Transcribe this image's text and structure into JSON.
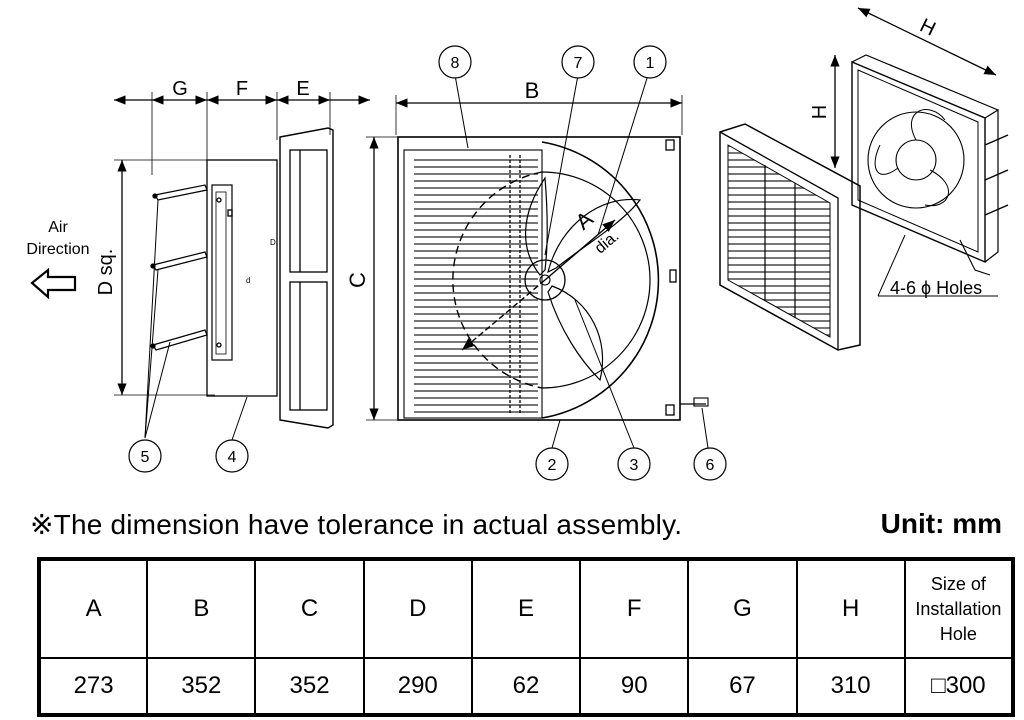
{
  "dimension_labels": {
    "A": "A",
    "dia": "dia.",
    "B": "B",
    "C": "C",
    "D": "D sq.",
    "E": "E",
    "F": "F",
    "G": "G",
    "H": "H"
  },
  "air_direction": {
    "line1": "Air",
    "line2": "Direction"
  },
  "holes_label": "4-6 ϕ Holes",
  "callouts": [
    "1",
    "2",
    "3",
    "4",
    "5",
    "6",
    "7",
    "8"
  ],
  "note": "※The dimension have tolerance in actual assembly.",
  "unit": "Unit: mm",
  "table": {
    "headers": [
      "A",
      "B",
      "C",
      "D",
      "E",
      "F",
      "G",
      "H"
    ],
    "hole_header_lines": [
      "Size of",
      "Installation",
      "Hole"
    ],
    "values": [
      "273",
      "352",
      "352",
      "290",
      "62",
      "90",
      "67",
      "310",
      "□300"
    ]
  }
}
